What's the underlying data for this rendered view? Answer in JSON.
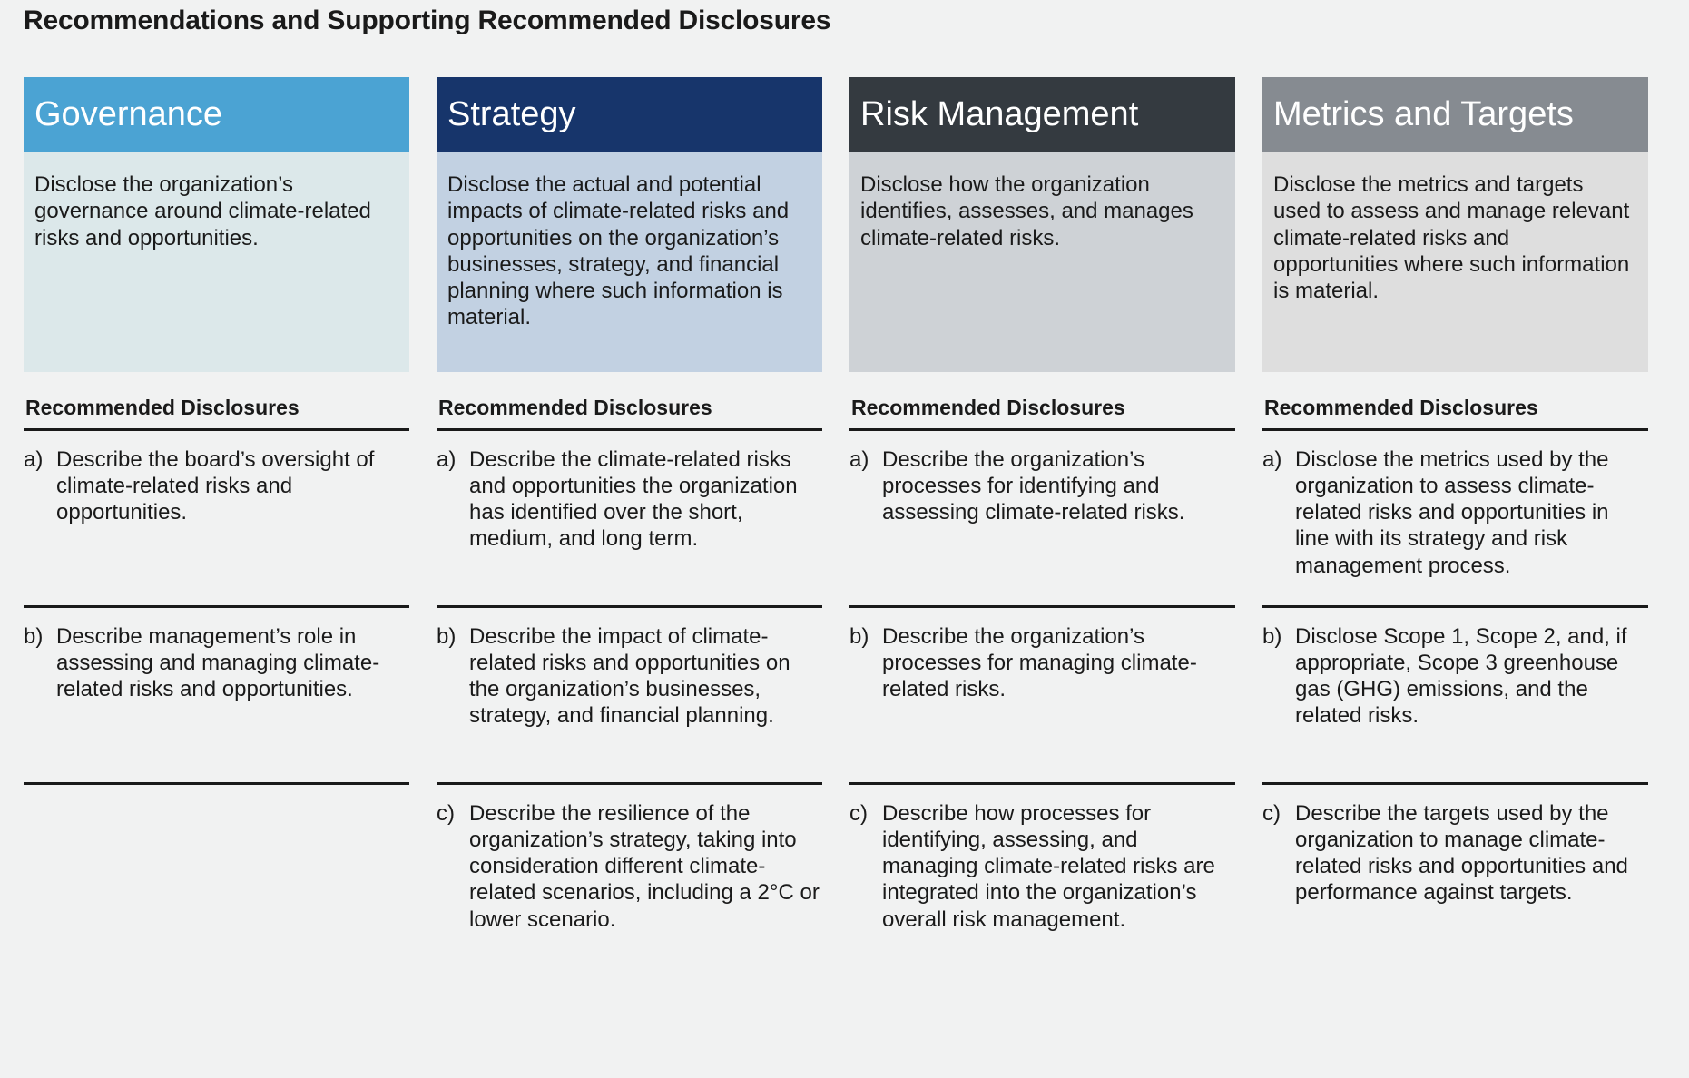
{
  "title": "Recommendations and Supporting Recommended Disclosures",
  "disclosures_heading": "Recommended Disclosures",
  "colors": {
    "page_background": "#F1F2F2",
    "governance_header": "#4BA3D3",
    "governance_body": "#DCE8EA",
    "strategy_header": "#17356B",
    "strategy_body": "#C2D1E2",
    "risk_header": "#343A40",
    "risk_body": "#CED2D6",
    "metrics_header": "#868B91",
    "metrics_body": "#DEDEDE",
    "text": "#1A1A1A",
    "rule": "#1A1A1A"
  },
  "columns": [
    {
      "name": "governance",
      "header": "Governance",
      "description": "Disclose the organization’s governance around climate-related risks and opportunities.",
      "disclosures": [
        {
          "marker": "a)",
          "text": "Describe the board’s oversight of climate-related risks and opportunities."
        },
        {
          "marker": "b)",
          "text": "Describe management’s role in assessing and managing climate-related risks and opportunities."
        },
        {
          "marker": "",
          "text": ""
        }
      ]
    },
    {
      "name": "strategy",
      "header": "Strategy",
      "description": "Disclose the actual and potential impacts of climate-related risks and opportunities on the organization’s businesses, strategy, and financial planning where such information is material.",
      "disclosures": [
        {
          "marker": "a)",
          "text": "Describe the climate-related risks and opportunities the organization has identified over the short, medium, and long term."
        },
        {
          "marker": "b)",
          "text": "Describe the impact of climate-related risks and opportunities on the organization’s businesses, strategy, and financial planning."
        },
        {
          "marker": "c)",
          "text": "Describe the resilience of the organization’s strategy, taking into consideration different climate-related scenarios, including a 2°C or lower scenario."
        }
      ]
    },
    {
      "name": "risk-management",
      "header": "Risk Management",
      "description": "Disclose how the organization identifies, assesses, and manages climate-related risks.",
      "disclosures": [
        {
          "marker": "a)",
          "text": "Describe the organization’s processes for identifying and assessing climate-related risks."
        },
        {
          "marker": "b)",
          "text": "Describe the organization’s processes for managing climate-related risks."
        },
        {
          "marker": "c)",
          "text": "Describe how processes for identifying, assessing, and managing climate-related risks are integrated into the organization’s overall risk management."
        }
      ]
    },
    {
      "name": "metrics-and-targets",
      "header": "Metrics and Targets",
      "description": "Disclose the metrics and targets used to assess and manage relevant climate-related risks and opportunities where such information is material.",
      "disclosures": [
        {
          "marker": "a)",
          "text": "Disclose the metrics used by the organization to assess climate-related risks and opportunities in line with its strategy and risk management process."
        },
        {
          "marker": "b)",
          "text": "Disclose Scope 1, Scope 2, and, if appropriate, Scope 3 greenhouse gas (GHG) emissions, and the related risks."
        },
        {
          "marker": "c)",
          "text": "Describe the targets used by the organization to manage climate-related risks and opportunities and performance against targets."
        }
      ]
    }
  ]
}
